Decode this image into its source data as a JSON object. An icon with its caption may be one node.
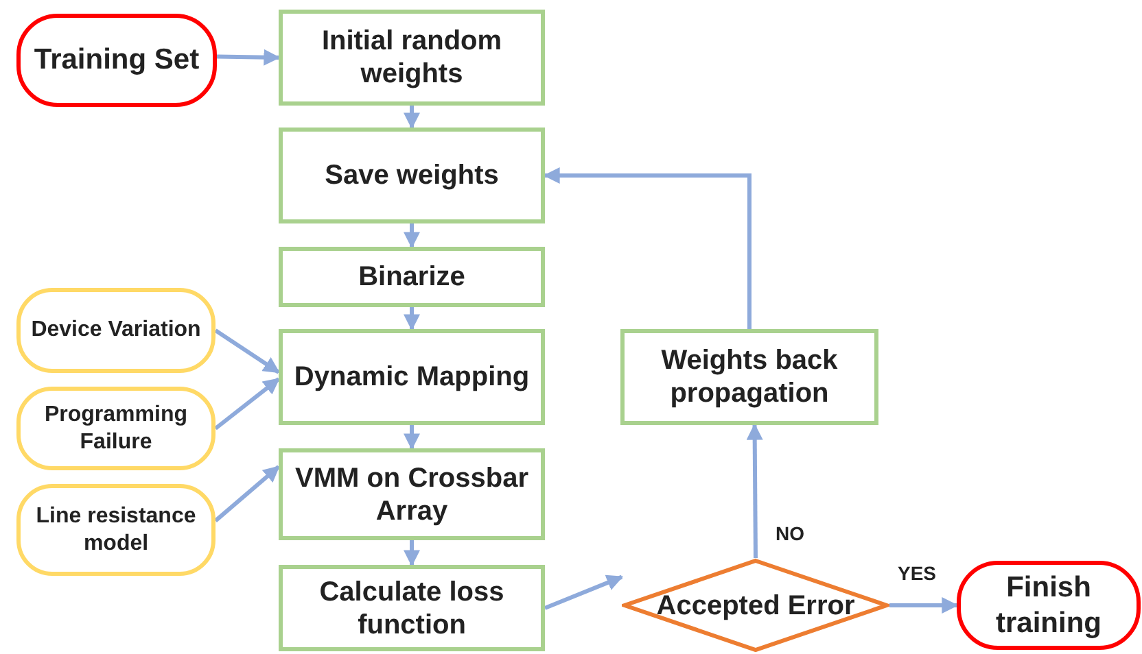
{
  "diagram": {
    "nodes": [
      {
        "text": [
          "Training Set"
        ]
      },
      {
        "text": [
          "Initial random weights"
        ]
      },
      {
        "text": [
          "Save weights"
        ]
      },
      {
        "text": [
          "Binarize"
        ]
      },
      {
        "text": [
          "Dynamic Mapping"
        ]
      },
      {
        "text": [
          "VMM on Crossbar Array"
        ]
      },
      {
        "text": [
          "Calculate loss function"
        ]
      },
      {
        "text": [
          "Device Variation"
        ]
      },
      {
        "text": [
          "Programming Failure"
        ]
      },
      {
        "text": [
          "Line resistance model"
        ]
      },
      {
        "text": [
          "Accepted Error"
        ]
      },
      {
        "text": [
          "Weights back propagation"
        ]
      },
      {
        "text": [
          "Finish training"
        ]
      }
    ],
    "edges": [
      {
        "from": 0,
        "to": 1,
        "arrow": "to"
      },
      {
        "from": 1,
        "to": 2,
        "arrow": "to"
      },
      {
        "from": 2,
        "to": 3,
        "arrow": "to"
      },
      {
        "from": 3,
        "to": 4,
        "arrow": "to"
      },
      {
        "from": 4,
        "to": 5,
        "arrow": "to"
      },
      {
        "from": 5,
        "to": 6,
        "arrow": "to"
      },
      {
        "from": 7,
        "to": 4,
        "arrow": "to"
      },
      {
        "from": 8,
        "to": 4,
        "arrow": "to"
      },
      {
        "from": 9,
        "to": 5,
        "arrow": "to"
      },
      {
        "from": 6,
        "to": 10,
        "arrow": "to"
      },
      {
        "from": 10,
        "to": 11,
        "arrow": "to",
        "label": "NO"
      },
      {
        "from": 11,
        "to": 2,
        "arrow": "to"
      },
      {
        "from": 10,
        "to": 12,
        "arrow": "to",
        "label": "YES"
      }
    ]
  }
}
